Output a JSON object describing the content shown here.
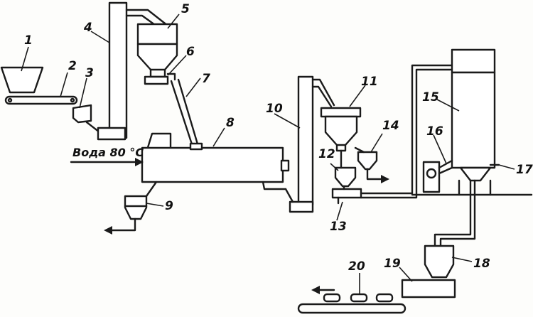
{
  "labels": {
    "n1": "1",
    "n2": "2",
    "n3": "3",
    "n4": "4",
    "n5": "5",
    "n6": "6",
    "n7": "7",
    "n8": "8",
    "n9": "9",
    "n10": "10",
    "n11": "11",
    "n12": "12",
    "n13": "13",
    "n14": "14",
    "n15": "15",
    "n16": "16",
    "n17": "17",
    "n18": "18",
    "n19": "19",
    "n20": "20"
  },
  "water_inlet": "Вода 80 °C"
}
